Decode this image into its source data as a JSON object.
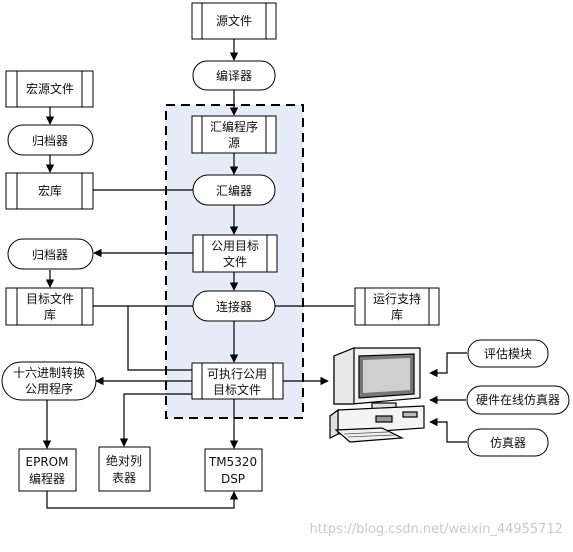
{
  "nodes": {
    "source_file": "源文件",
    "compiler": "编译器",
    "asm_source_l1": "汇编程序",
    "asm_source_l2": "源",
    "assembler": "汇编器",
    "common_obj_l1": "公用目标",
    "common_obj_l2": "文件",
    "linker": "连接器",
    "exec_obj_l1": "可执行公用",
    "exec_obj_l2": "目标文件",
    "macro_source": "宏源文件",
    "archiver_1": "归档器",
    "macro_lib": "宏库",
    "archiver_2": "归档器",
    "obj_lib_l1": "目标文件",
    "obj_lib_l2": "库",
    "hex_conv_l1": "十六进制转换",
    "hex_conv_l2": "公用程序",
    "eprom_l1": "EPROM",
    "eprom_l2": "编程器",
    "abs_lister_l1": "绝对列",
    "abs_lister_l2": "表器",
    "dsp_l1": "TM5320",
    "dsp_l2": "DSP",
    "runtime_lib_l1": "运行支持",
    "runtime_lib_l2": "库",
    "eval_module": "评估模块",
    "hw_emulator": "硬件在线仿真器",
    "simulator": "仿真器"
  },
  "watermark": "https://blog.csdn.net/weixin_44955712",
  "colors": {
    "dashed_region_fill": "#e6ecf7",
    "line": "#000000"
  }
}
